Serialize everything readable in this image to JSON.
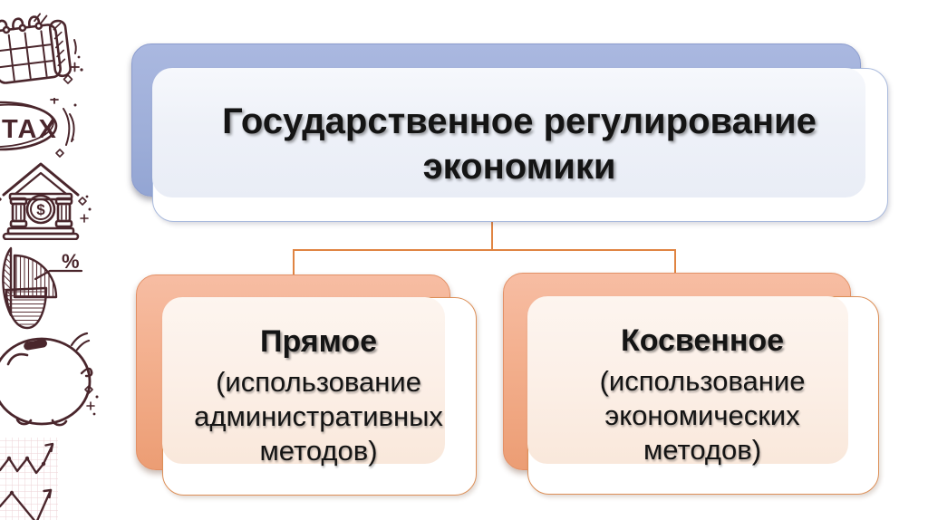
{
  "slide": {
    "title_box": {
      "line1": "Государственное регулирование",
      "line2": "экономики"
    },
    "branches": [
      {
        "heading": "Прямое",
        "line1": "(использование",
        "line2": "административных",
        "line3": "методов)"
      },
      {
        "heading": "Косвенное",
        "line1": "(использование",
        "line2": "экономических",
        "line3": "методов)"
      }
    ],
    "doodles": {
      "tax_label": "TAX",
      "bank_currency": "$",
      "percent_label": "%"
    },
    "colors": {
      "title_back_fill": "#9fafd9",
      "title_card_border": "#a9badd",
      "branch_back_fill": "#f3af8d",
      "branch_card_border": "#dd8f57",
      "connector": "#e08442",
      "doodle_ink": "#4a262c",
      "text": "#141414"
    }
  }
}
